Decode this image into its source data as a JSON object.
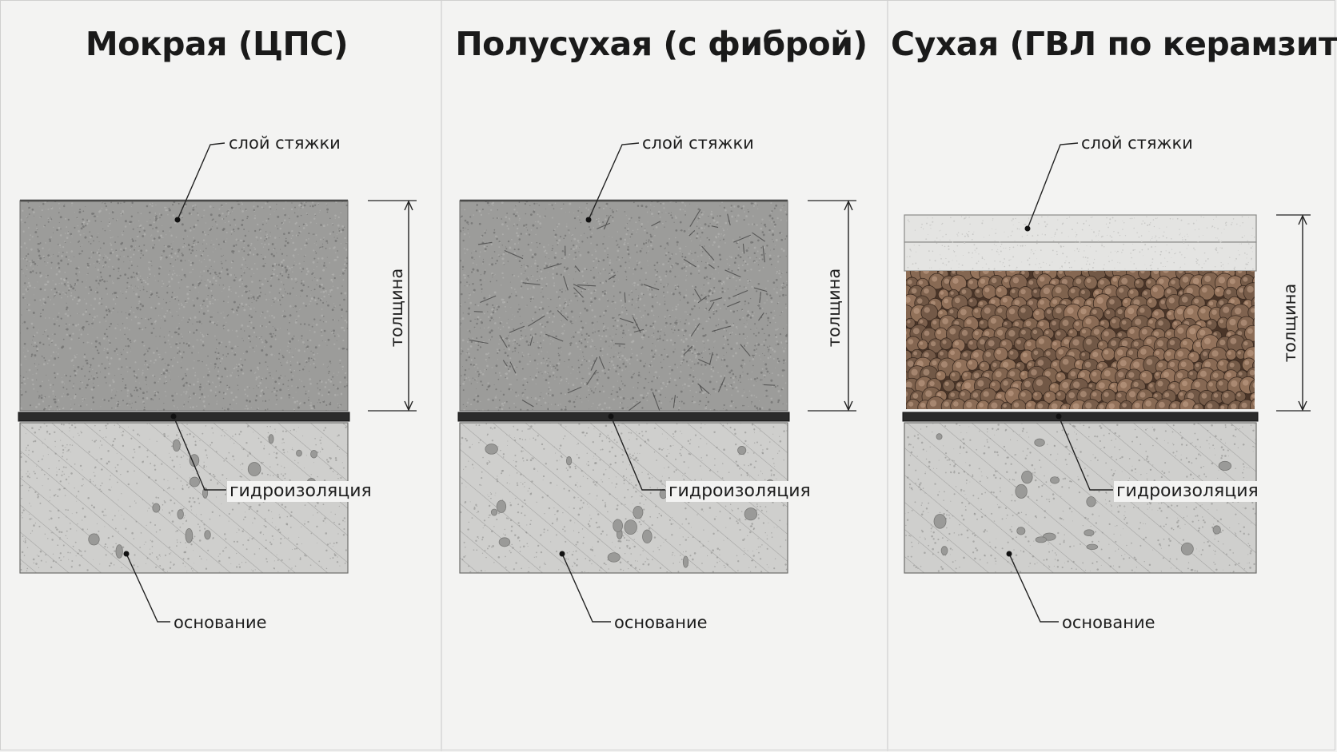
{
  "panels": [
    {
      "title": "Мокрая (ЦПС)",
      "kind": "wet",
      "labels": {
        "screed": "слой стяжки",
        "thickness": "толщина",
        "waterproofing": "гидроизоляция",
        "base": "основание"
      }
    },
    {
      "title": "Полусухая (с фиброй)",
      "kind": "semi",
      "labels": {
        "screed": "слой стяжки",
        "thickness": "толщина",
        "waterproofing": "гидроизоляция",
        "base": "основание"
      }
    },
    {
      "title": "Сухая (ГВЛ по керамзиту)",
      "kind": "dry",
      "labels": {
        "screed": "слой стяжки",
        "thickness": "толщина",
        "waterproofing": "гидроизоляция",
        "base": "основание"
      }
    }
  ],
  "colors": {
    "screed": "#9c9c9a",
    "screed_speckle": "#6e6e6c",
    "fiber": "#4a4a4a",
    "gvl": "#e4e4e2",
    "clay": "#8a6a55",
    "waterproofing": "#2b2b2b",
    "base": "#cfcfcd",
    "base_hatch": "#8d8d8b",
    "leader": "#222222"
  }
}
